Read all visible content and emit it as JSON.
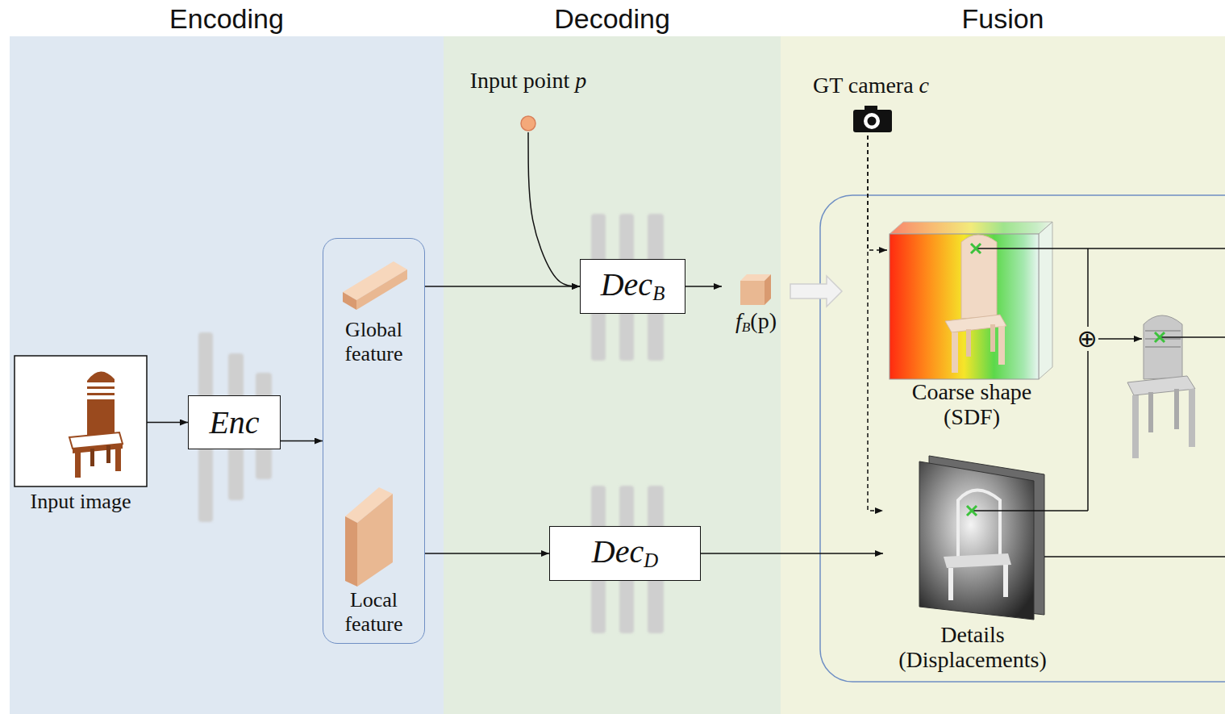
{
  "diagram": {
    "nodes": [
      {
        "text": [
          "Encoding"
        ]
      },
      {
        "text": [
          "Input image"
        ],
        "in": 0
      },
      {
        "text": [
          "Enc"
        ],
        "in": 0
      },
      {
        "text": [
          "Global feature",
          "Local feature"
        ],
        "in": 0
      },
      {
        "text": [
          "Decoding"
        ]
      },
      {
        "text": [
          "Input point",
          "p"
        ],
        "in": 4
      },
      {
        "text": [
          "Dec",
          "B"
        ],
        "in": 4
      },
      {
        "text": [
          "f",
          "B",
          "(p)"
        ],
        "in": 4
      },
      {
        "text": [
          "Dec",
          "D"
        ],
        "in": 4
      },
      {
        "text": [
          "Fusion"
        ]
      },
      {
        "text": [
          "GT camera",
          "c"
        ],
        "in": 9
      },
      {
        "text": [
          "Coarse shape (SDF)"
        ],
        "in": 9
      },
      {
        "text": [
          "Details (Displacements)"
        ],
        "in": 9
      }
    ],
    "edges": [
      {
        "from": 1,
        "to": 2,
        "arrow": "to"
      },
      {
        "from": 2,
        "to": 3,
        "arrow": "to"
      },
      {
        "from": 3,
        "to": 6,
        "arrow": "to"
      },
      {
        "from": 5,
        "to": 6,
        "arrow": "to"
      },
      {
        "from": 3,
        "to": 8,
        "arrow": "to"
      },
      {
        "from": 6,
        "to": 7,
        "arrow": "to"
      },
      {
        "from": 8,
        "to": 12,
        "arrow": "to"
      },
      {
        "from": 10,
        "to": 11,
        "arrow": "to"
      },
      {
        "from": 10,
        "to": 12,
        "arrow": "to"
      }
    ],
    "labels": [
      "⊕"
    ]
  }
}
